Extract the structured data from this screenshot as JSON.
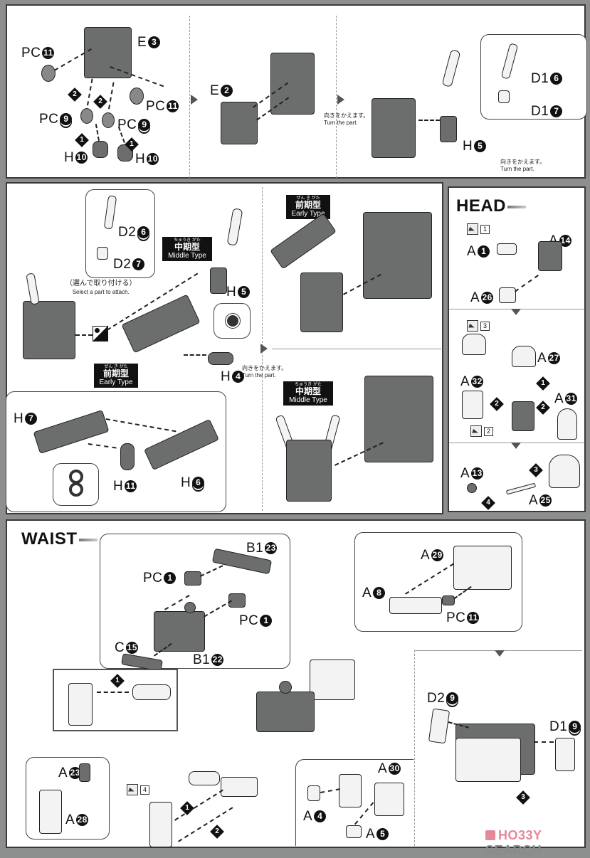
{
  "page": {
    "background_color": "#8d8f8e",
    "watermark": {
      "brand_part1": "HO33Y",
      "brand_part2": "SEARCH",
      "brand_color": "#e4899a"
    }
  },
  "top_section": {
    "step1": {
      "labels": {
        "pc11_left": {
          "prefix": "PC",
          "num": "11"
        },
        "e3": {
          "prefix": "E",
          "num": "3"
        },
        "pc11_right": {
          "prefix": "PC",
          "num": "11"
        },
        "pc9_left": {
          "prefix": "PC",
          "num": "9"
        },
        "pc9_right": {
          "prefix": "PC",
          "num": "9"
        },
        "h10_left": {
          "prefix": "H",
          "num": "10"
        },
        "h10_right": {
          "prefix": "H",
          "num": "10"
        }
      },
      "steps": [
        "2",
        "2",
        "1",
        "1"
      ]
    },
    "step2": {
      "labels": {
        "e2": {
          "prefix": "E",
          "num": "2"
        }
      },
      "note_jp": "向きをかえます。",
      "note_en": "Turn the part."
    },
    "step3": {
      "labels": {
        "h5": {
          "prefix": "H",
          "num": "5"
        },
        "d16": {
          "prefix": "D1",
          "num": "6"
        },
        "d17": {
          "prefix": "D1",
          "num": "7"
        }
      },
      "note_jp": "向きをかえます。",
      "note_en": "Turn the part."
    }
  },
  "middle_section": {
    "select_note_jp": "（選んで取り付ける）",
    "select_note_en": "Select a part to attach.",
    "labels": {
      "d26": {
        "prefix": "D2",
        "num": "6"
      },
      "d27": {
        "prefix": "D2",
        "num": "7"
      },
      "h5": {
        "prefix": "H",
        "num": "5"
      },
      "h4": {
        "prefix": "H",
        "num": "4"
      },
      "h7": {
        "prefix": "H",
        "num": "7"
      },
      "h11": {
        "prefix": "H",
        "num": "11"
      },
      "h6": {
        "prefix": "H",
        "num": "6"
      }
    },
    "middle_type": {
      "ruby": "ちゅうき がた",
      "jp": "中期型",
      "en": "Middle Type"
    },
    "early_type": {
      "ruby": "ぜん き がた",
      "jp": "前期型",
      "en": "Early Type"
    },
    "turn_note_jp": "向きをかえます。",
    "turn_note_en": "Turn the part.",
    "right_early_type": {
      "ruby": "ぜん き がた",
      "jp": "前期型",
      "en": "Early Type"
    },
    "right_middle_type": {
      "ruby": "ちゅうき がた",
      "jp": "中期型",
      "en": "Middle Type"
    }
  },
  "head_section": {
    "title": "HEAD",
    "labels": {
      "a1": {
        "prefix": "A",
        "num": "1"
      },
      "a14": {
        "prefix": "A",
        "num": "14"
      },
      "a26": {
        "prefix": "A",
        "num": "26"
      },
      "a27": {
        "prefix": "A",
        "num": "27"
      },
      "a32": {
        "prefix": "A",
        "num": "32"
      },
      "a31": {
        "prefix": "A",
        "num": "31"
      },
      "a13": {
        "prefix": "A",
        "num": "13"
      },
      "a25": {
        "prefix": "A",
        "num": "25"
      }
    },
    "cut_marks": [
      "1",
      "3",
      "2"
    ],
    "steps": [
      "1",
      "2",
      "2",
      "3",
      "4"
    ]
  },
  "waist_section": {
    "title": "WAIST",
    "labels": {
      "b123": {
        "prefix": "B1",
        "num": "23"
      },
      "pc1_top": {
        "prefix": "PC",
        "num": "1"
      },
      "pc1_bottom": {
        "prefix": "PC",
        "num": "1"
      },
      "c15": {
        "prefix": "C",
        "num": "15"
      },
      "b122": {
        "prefix": "B1",
        "num": "22"
      },
      "a29": {
        "prefix": "A",
        "num": "29"
      },
      "a8": {
        "prefix": "A",
        "num": "8"
      },
      "pc11": {
        "prefix": "PC",
        "num": "11"
      },
      "d29": {
        "prefix": "D2",
        "num": "9"
      },
      "d19": {
        "prefix": "D1",
        "num": "9"
      },
      "a23": {
        "prefix": "A",
        "num": "23"
      },
      "a28": {
        "prefix": "A",
        "num": "28"
      },
      "a30": {
        "prefix": "A",
        "num": "30"
      },
      "a4": {
        "prefix": "A",
        "num": "4"
      },
      "a5": {
        "prefix": "A",
        "num": "5"
      }
    },
    "cut_marks": [
      "4"
    ],
    "steps": [
      "1",
      "1",
      "2",
      "3"
    ]
  }
}
